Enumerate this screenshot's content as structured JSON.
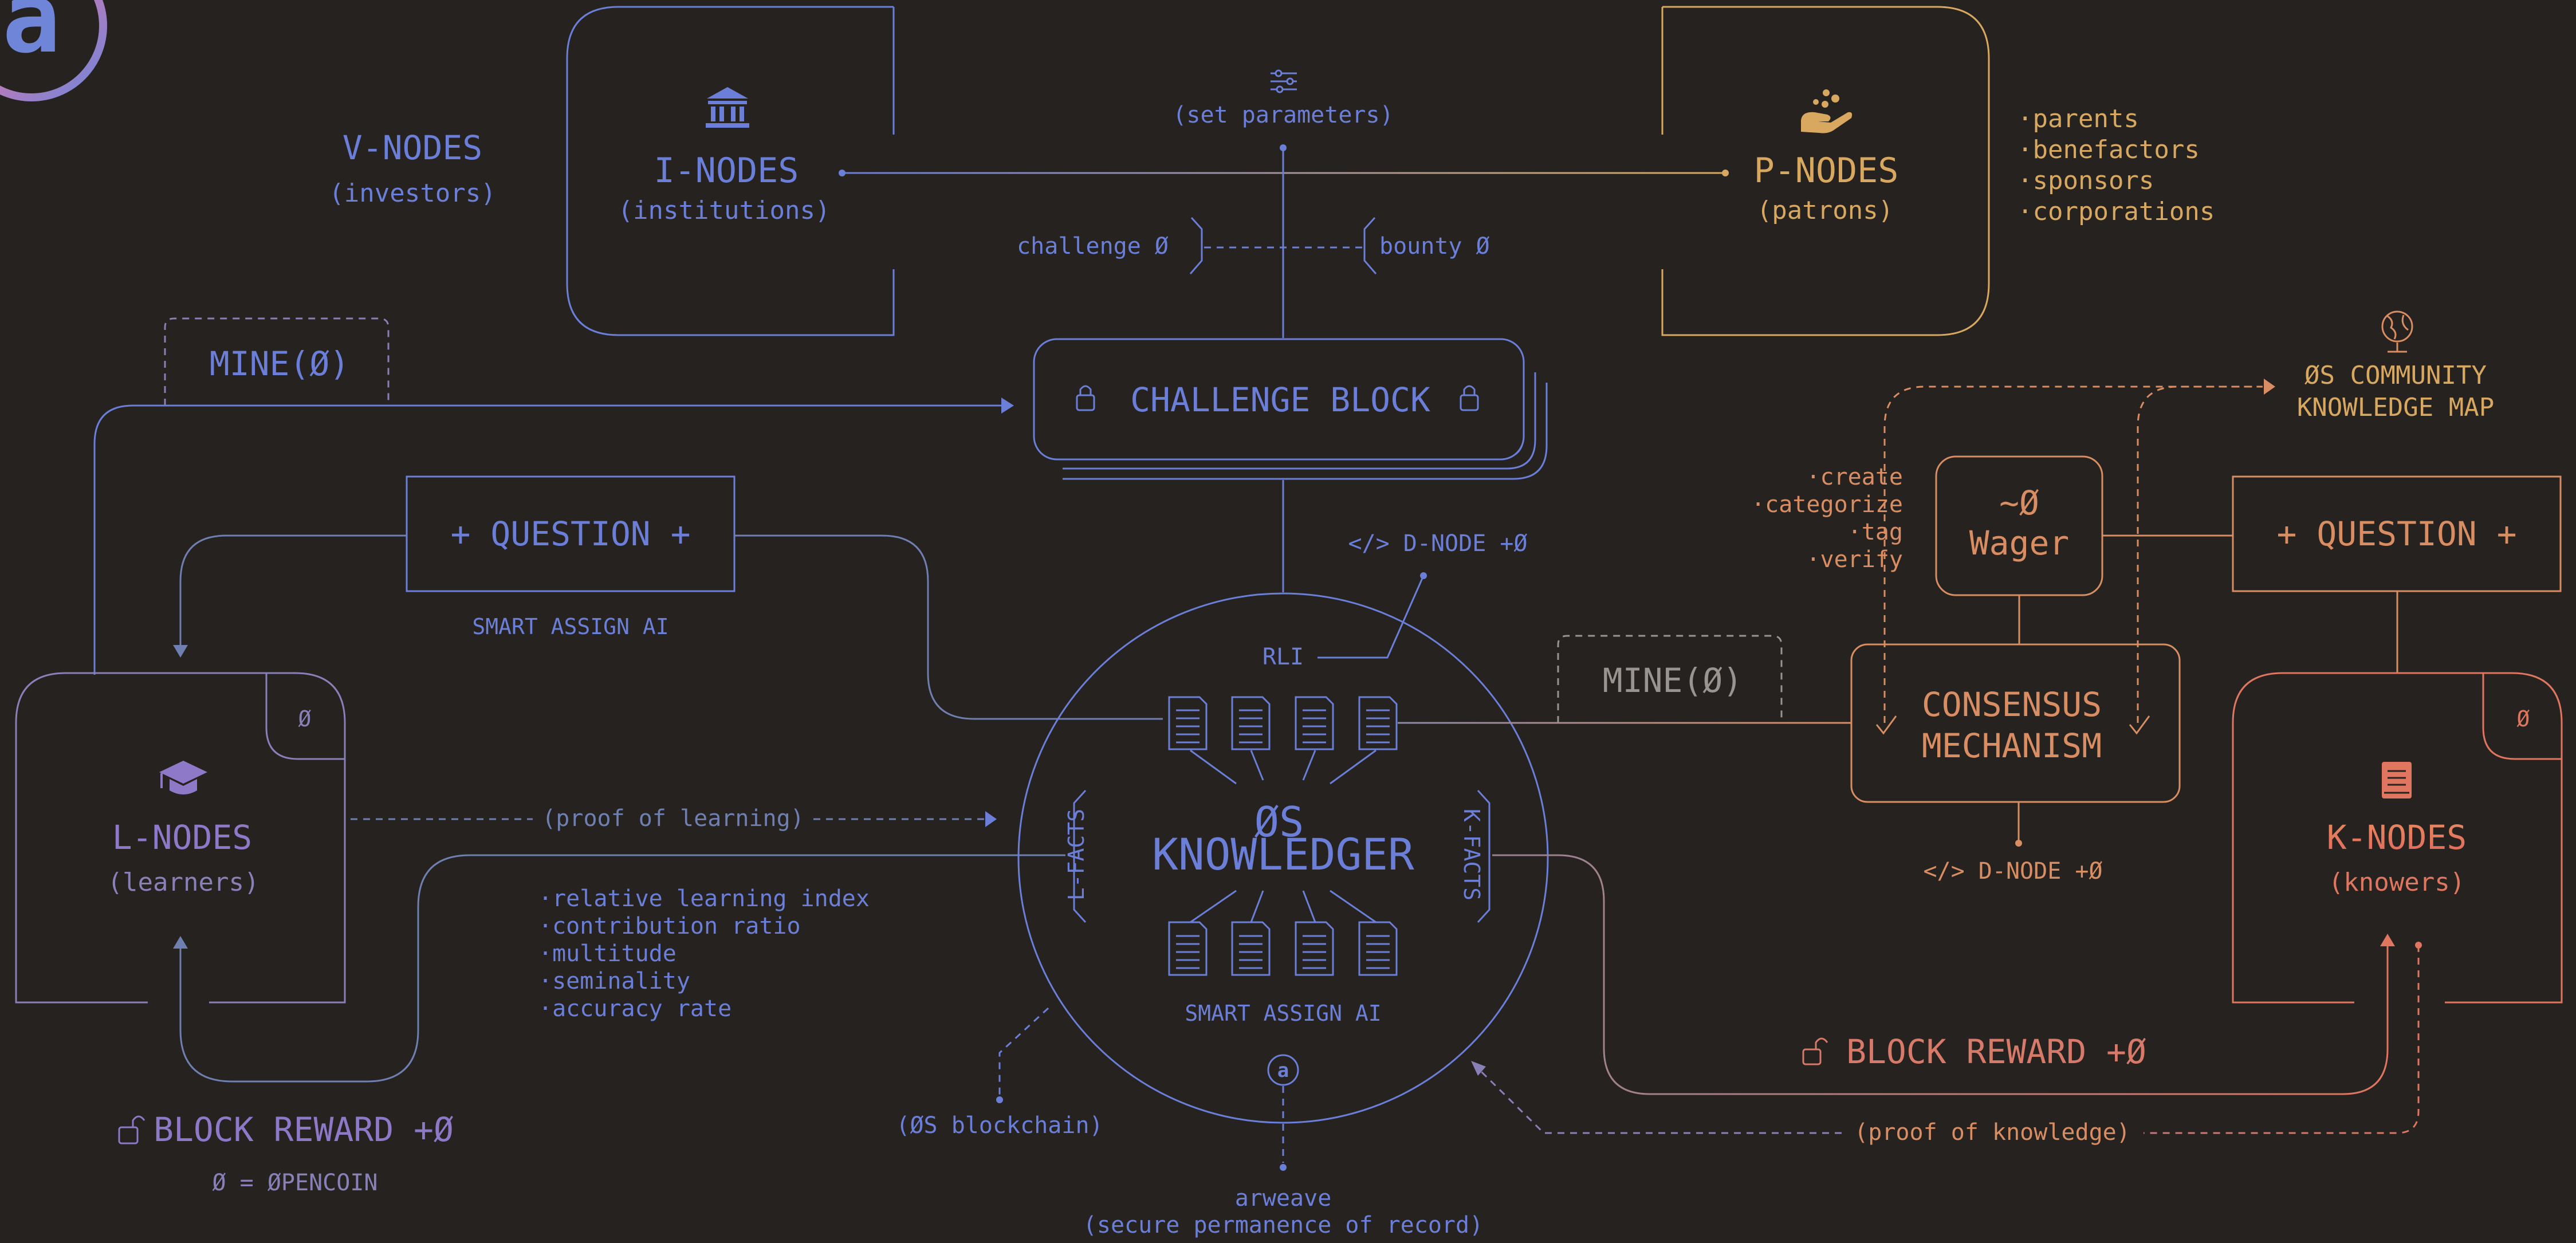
{
  "colors": {
    "background": "#252220",
    "blue": "#6b7fd8",
    "blue_light": "#7f95e0",
    "slate": "#6f7fb0",
    "purple": "#8e78c8",
    "violet": "#8878d0",
    "gold": "#d8a860",
    "orange": "#d98d62",
    "salmon": "#e07560",
    "grey": "#9a9490"
  },
  "logo": {
    "letter": "a"
  },
  "v_nodes": {
    "title": "V-NODES",
    "subtitle": "(investors)"
  },
  "i_nodes": {
    "title": "I-NODES",
    "subtitle": "(institutions)",
    "icon": "bank-icon"
  },
  "p_nodes": {
    "title": "P-NODES",
    "subtitle": "(patrons)",
    "icon": "giving-hand-icon",
    "items": [
      "·parents",
      "·benefactors",
      "·sponsors",
      "·corporations"
    ]
  },
  "parameters": {
    "label": "(set parameters)",
    "icon": "sliders-icon"
  },
  "challenge": "challenge Ø",
  "bounty": "bounty Ø",
  "challenge_block": {
    "title": "CHALLENGE BLOCK"
  },
  "mine_left": "MINE(Ø)",
  "mine_right": "MINE(Ø)",
  "question_left": {
    "label": "+ QUESTION +",
    "sub": "SMART ASSIGN AI"
  },
  "question_right": {
    "label": "+ QUESTION +"
  },
  "d_node_top": "</> D-NODE +Ø",
  "d_node_right": "</> D-NODE +Ø",
  "rli": "RLI",
  "l_nodes": {
    "title": "L-NODES",
    "subtitle": "(learners)",
    "corner": "Ø",
    "icon": "graduation-cap-icon"
  },
  "k_nodes": {
    "title": "K-NODES",
    "subtitle": "(knowers)",
    "corner": "Ø",
    "icon": "book-icon"
  },
  "proof_learning": "(proof of learning)",
  "proof_knowledge": "(proof of knowledge)",
  "metrics": [
    "·relative learning index",
    "·contribution ratio",
    "·multitude",
    "·seminality",
    "·accuracy rate"
  ],
  "knowledger": {
    "line1": "ØS",
    "line2": "KNOWLEDGER",
    "smart": "SMART ASSIGN AI",
    "l_facts": "L-FACTS",
    "k_facts": "K-FACTS"
  },
  "blockchain": "(ØS blockchain)",
  "arweave": {
    "line1": "arweave",
    "line2": "(secure permanence of record)"
  },
  "block_reward_left": "BLOCK REWARD +Ø",
  "block_reward_right": "BLOCK REWARD +Ø",
  "pencoin": "Ø = ØPENCOIN",
  "consensus": {
    "line1": "CONSENSUS",
    "line2": "MECHANISM"
  },
  "wager": {
    "line1": "~Ø",
    "line2": "Wager"
  },
  "actions": [
    "·create",
    "·categorize",
    "·tag",
    "·verify"
  ],
  "community": {
    "line1": "ØS COMMUNITY",
    "line2": "KNOWLEDGE MAP",
    "icon": "globe-icon"
  }
}
